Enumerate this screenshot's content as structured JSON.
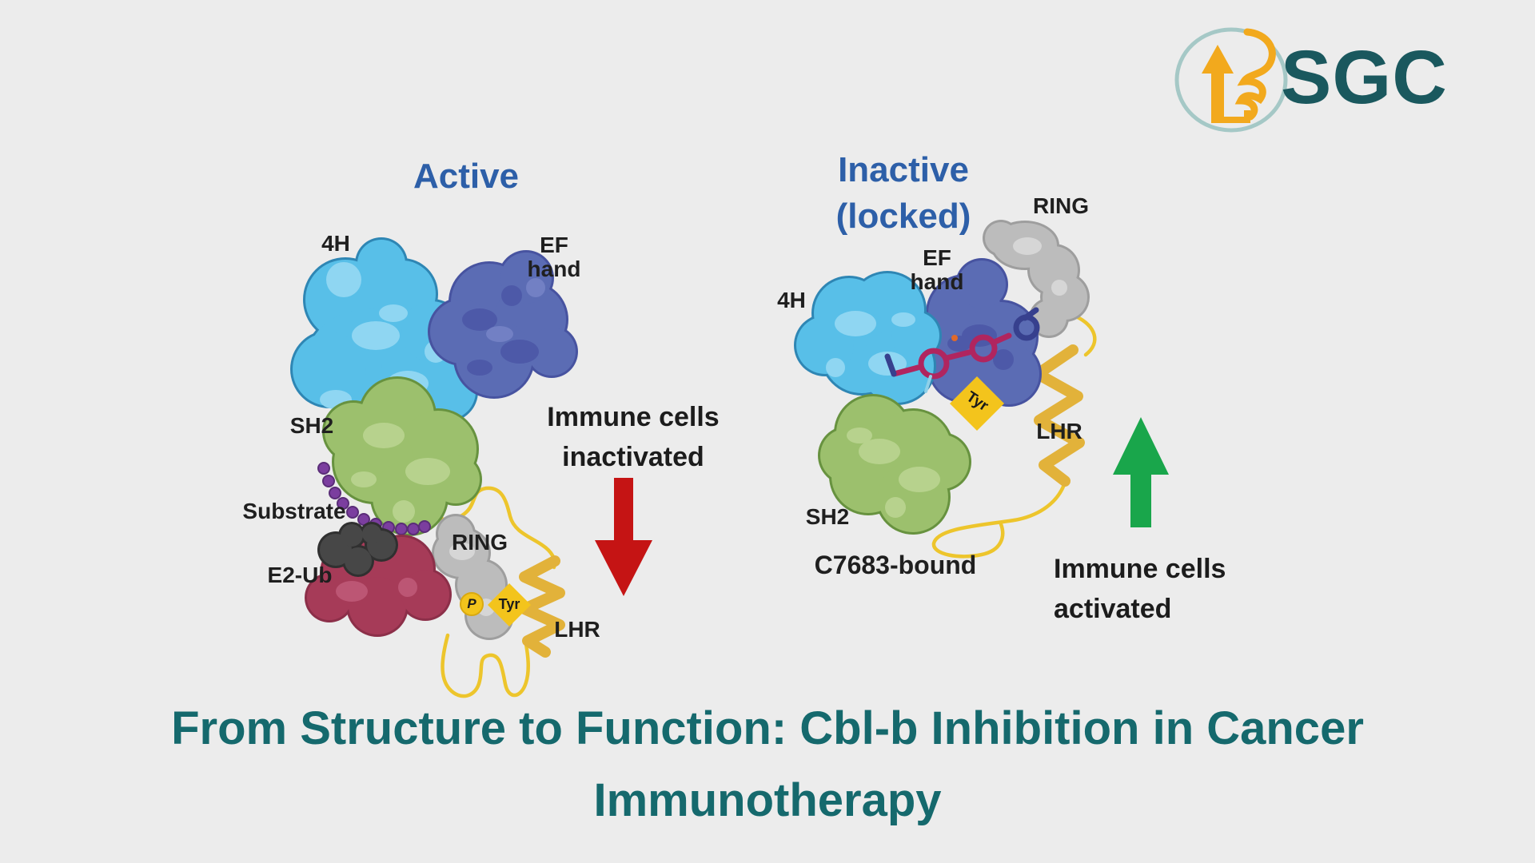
{
  "logo": {
    "text": "SGC"
  },
  "active_panel": {
    "title": "Active",
    "domain_4h": "4H",
    "domain_ef_1": "EF",
    "domain_ef_2": "hand",
    "domain_sh2": "SH2",
    "substrate": "Substrate",
    "e2ub": "E2-Ub",
    "ring": "RING",
    "phospho": "P",
    "tyr": "Tyr",
    "lhr": "LHR",
    "outcome_1": "Immune cells",
    "outcome_2": "inactivated"
  },
  "inactive_panel": {
    "title_1": "Inactive",
    "title_2": "(locked)",
    "ring": "RING",
    "domain_ef_1": "EF",
    "domain_ef_2": "hand",
    "domain_4h": "4H",
    "domain_sh2": "SH2",
    "tyr": "Tyr",
    "lhr": "LHR",
    "compound": "C7683-bound",
    "outcome_1": "Immune cells",
    "outcome_2": "activated"
  },
  "caption": {
    "line1": "From Structure to Function: Cbl-b Inhibition in Cancer",
    "line2": "Immunotherapy"
  },
  "colors": {
    "background": "#ececec",
    "heading_blue": "#2d5fa8",
    "caption_teal": "#15696d",
    "logo_teal": "#1a585e",
    "logo_gold": "#f2a91d",
    "arrow_red": "#c51414",
    "arrow_green": "#19a64b",
    "domain_4h_cyan": "#58bfe8",
    "domain_ef_slate": "#5b6cb4",
    "domain_sh2_green": "#9cc06d",
    "e2ub_maroon": "#a63b58",
    "ub_dark": "#474747",
    "ring_gray": "#bcbcbc",
    "lhr_gold": "#e2b23a",
    "loop_yellow": "#edc52c",
    "substrate_purple": "#7b3e9f",
    "ligand_magenta": "#b0255f",
    "badge_yellow": "#f3c41c"
  }
}
